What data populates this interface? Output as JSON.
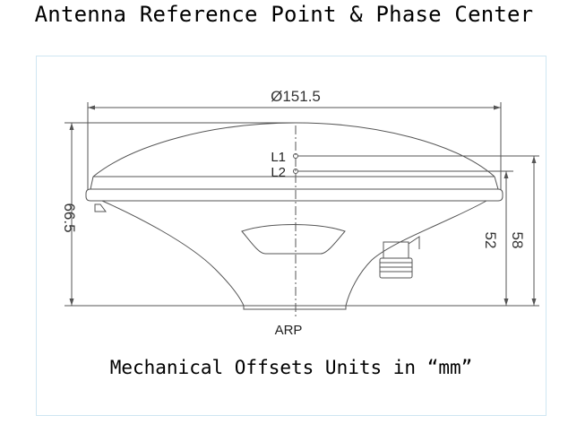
{
  "title": "Antenna Reference Point & Phase Center",
  "caption": "Mechanical Offsets Units in “mm”",
  "dimensions": {
    "diameter": "Ø151.5",
    "total_height": "66.5",
    "l2_height": "52",
    "l1_height": "58"
  },
  "labels": {
    "l1": "L1",
    "l2": "L2",
    "arp": "ARP"
  },
  "colors": {
    "line": "#555555",
    "frame": "#cfe6f2"
  }
}
